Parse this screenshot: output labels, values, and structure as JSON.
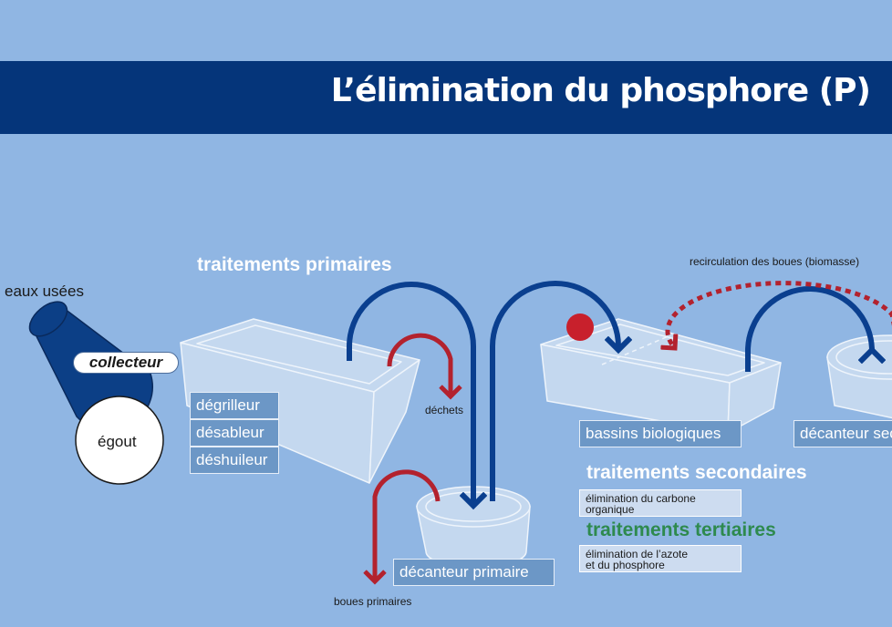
{
  "title": "L’élimination du phosphore (P)",
  "labels": {
    "eaux_usees": "eaux usées",
    "collecteur": "collecteur",
    "egout": "égout",
    "dechets": "déchets",
    "boues_primaires": "boues primaires",
    "recirculation": "recirculation des boues (biomasse)"
  },
  "headings": {
    "primaires": "traitements primaires",
    "secondaires": "traitements secondaires",
    "tertiaires": "traitements tertiaires"
  },
  "primary_steps": [
    "dégrilleur",
    "désableur",
    "déshuileur"
  ],
  "units": {
    "decanteur_primaire": "décanteur primaire",
    "bassins_biologiques": "bassins biologiques",
    "decanteur_secondaire": "décanteur secondaire"
  },
  "notes": {
    "secondaires_line1": "élimination du carbone",
    "secondaires_line2": "organique",
    "tertiaires_line1": "élimination de l’azote",
    "tertiaires_line2": "et du phosphore"
  },
  "colors": {
    "background": "#90b6e3",
    "banner": "#05357a",
    "water_arrow": "#0a3f8f",
    "waste_arrow": "#b3222e",
    "tertiary_heading": "#2e8a4e",
    "phosphorus_dot": "#c8202c"
  }
}
